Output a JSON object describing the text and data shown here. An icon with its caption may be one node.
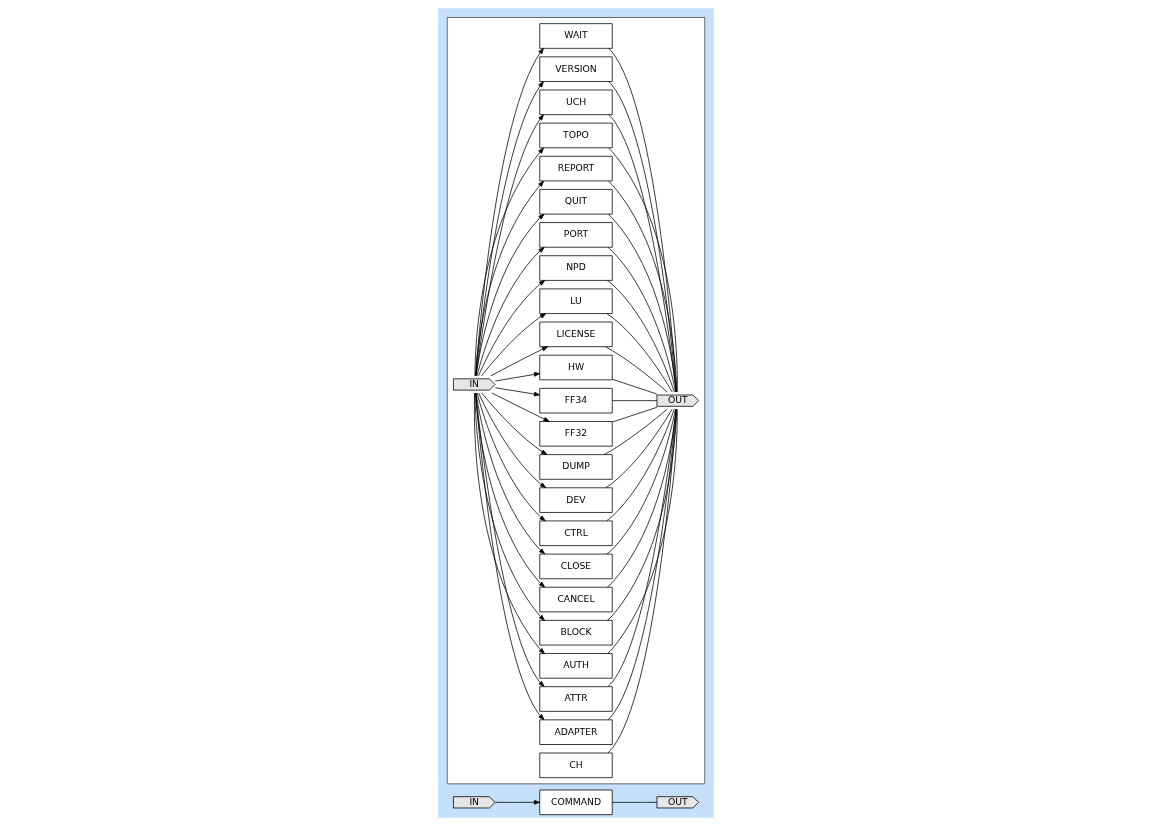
{
  "diagram": {
    "nodes": [
      {
        "text": [
          "IN"
        ]
      },
      {
        "text": [
          "COMMAND"
        ]
      },
      {
        "text": [
          "OUT"
        ]
      },
      {
        "text": [],
        "shape": "box"
      },
      {
        "text": [
          "IN"
        ],
        "in": 3
      },
      {
        "text": [
          "ADAPTER"
        ],
        "in": 3
      },
      {
        "text": [
          "ATTR"
        ],
        "in": 3
      },
      {
        "text": [
          "AUTH"
        ],
        "in": 3
      },
      {
        "text": [
          "BLOCK"
        ],
        "in": 3
      },
      {
        "text": [
          "CANCEL"
        ],
        "in": 3
      },
      {
        "text": [
          "CH"
        ],
        "in": 3
      },
      {
        "text": [
          "CLOSE"
        ],
        "in": 3
      },
      {
        "text": [
          "CTRL"
        ],
        "in": 3
      },
      {
        "text": [
          "DEV"
        ],
        "in": 3
      },
      {
        "text": [
          "DUMP"
        ],
        "in": 3
      },
      {
        "text": [
          "FF32"
        ],
        "in": 3
      },
      {
        "text": [
          "FF34"
        ],
        "in": 3
      },
      {
        "text": [
          "HW"
        ],
        "in": 3
      },
      {
        "text": [
          "LICENSE"
        ],
        "in": 3
      },
      {
        "text": [
          "LU"
        ],
        "in": 3
      },
      {
        "text": [
          "NPD"
        ],
        "in": 3
      },
      {
        "text": [
          "PORT"
        ],
        "in": 3
      },
      {
        "text": [
          "QUIT"
        ],
        "in": 3
      },
      {
        "text": [
          "REPORT"
        ],
        "in": 3
      },
      {
        "text": [
          "TOPO"
        ],
        "in": 3
      },
      {
        "text": [
          "UCH"
        ],
        "in": 3
      },
      {
        "text": [
          "VERSION"
        ],
        "in": 3
      },
      {
        "text": [
          "WAIT"
        ],
        "in": 3
      },
      {
        "text": [
          "OUT"
        ],
        "in": 3
      }
    ],
    "edges": [
      {
        "from": 0,
        "to": 1,
        "arrow": "to"
      },
      {
        "from": 1,
        "to": 2,
        "arrow": "none"
      },
      {
        "from": 4,
        "to": 5,
        "arrow": "to"
      },
      {
        "from": 4,
        "to": 6,
        "arrow": "to"
      },
      {
        "from": 4,
        "to": 7,
        "arrow": "to"
      },
      {
        "from": 4,
        "to": 8,
        "arrow": "to"
      },
      {
        "from": 4,
        "to": 9,
        "arrow": "to"
      },
      {
        "from": 4,
        "to": 11,
        "arrow": "to"
      },
      {
        "from": 4,
        "to": 12,
        "arrow": "to"
      },
      {
        "from": 4,
        "to": 13,
        "arrow": "to"
      },
      {
        "from": 4,
        "to": 14,
        "arrow": "to"
      },
      {
        "from": 4,
        "to": 15,
        "arrow": "to"
      },
      {
        "from": 4,
        "to": 16,
        "arrow": "to"
      },
      {
        "from": 4,
        "to": 17,
        "arrow": "to"
      },
      {
        "from": 4,
        "to": 18,
        "arrow": "to"
      },
      {
        "from": 4,
        "to": 19,
        "arrow": "to"
      },
      {
        "from": 4,
        "to": 20,
        "arrow": "to"
      },
      {
        "from": 4,
        "to": 21,
        "arrow": "to"
      },
      {
        "from": 4,
        "to": 22,
        "arrow": "to"
      },
      {
        "from": 4,
        "to": 23,
        "arrow": "to"
      },
      {
        "from": 4,
        "to": 24,
        "arrow": "to"
      },
      {
        "from": 4,
        "to": 25,
        "arrow": "to"
      },
      {
        "from": 4,
        "to": 26,
        "arrow": "to"
      },
      {
        "from": 4,
        "to": 27,
        "arrow": "to"
      },
      {
        "from": 5,
        "to": 28,
        "arrow": "none"
      },
      {
        "from": 6,
        "to": 28,
        "arrow": "none"
      },
      {
        "from": 7,
        "to": 28,
        "arrow": "none"
      },
      {
        "from": 8,
        "to": 28,
        "arrow": "none"
      },
      {
        "from": 9,
        "to": 28,
        "arrow": "none"
      },
      {
        "from": 10,
        "to": 28,
        "arrow": "none"
      },
      {
        "from": 11,
        "to": 28,
        "arrow": "none"
      },
      {
        "from": 12,
        "to": 28,
        "arrow": "none"
      },
      {
        "from": 13,
        "to": 28,
        "arrow": "none"
      },
      {
        "from": 14,
        "to": 28,
        "arrow": "none"
      },
      {
        "from": 15,
        "to": 28,
        "arrow": "none"
      },
      {
        "from": 16,
        "to": 28,
        "arrow": "none"
      },
      {
        "from": 17,
        "to": 28,
        "arrow": "none"
      },
      {
        "from": 18,
        "to": 28,
        "arrow": "none"
      },
      {
        "from": 19,
        "to": 28,
        "arrow": "none"
      },
      {
        "from": 20,
        "to": 28,
        "arrow": "none"
      },
      {
        "from": 21,
        "to": 28,
        "arrow": "none"
      },
      {
        "from": 22,
        "to": 28,
        "arrow": "none"
      },
      {
        "from": 23,
        "to": 28,
        "arrow": "none"
      },
      {
        "from": 24,
        "to": 28,
        "arrow": "none"
      },
      {
        "from": 25,
        "to": 28,
        "arrow": "none"
      },
      {
        "from": 26,
        "to": 28,
        "arrow": "none"
      },
      {
        "from": 27,
        "to": 28,
        "arrow": "none"
      }
    ]
  }
}
